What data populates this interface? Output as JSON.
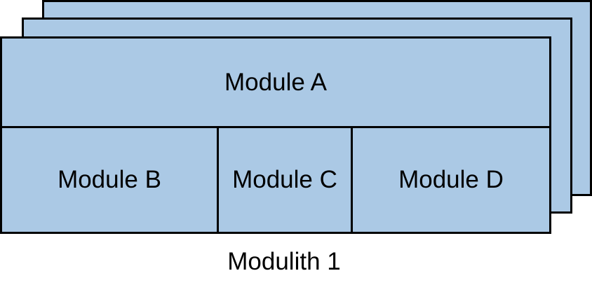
{
  "colors": {
    "module_fill": "#abc9e5",
    "border": "#000000",
    "text": "#000000"
  },
  "modules": {
    "a": "Module A",
    "b": "Module B",
    "c": "Module C",
    "d": "Module D"
  },
  "caption": "Modulith 1"
}
